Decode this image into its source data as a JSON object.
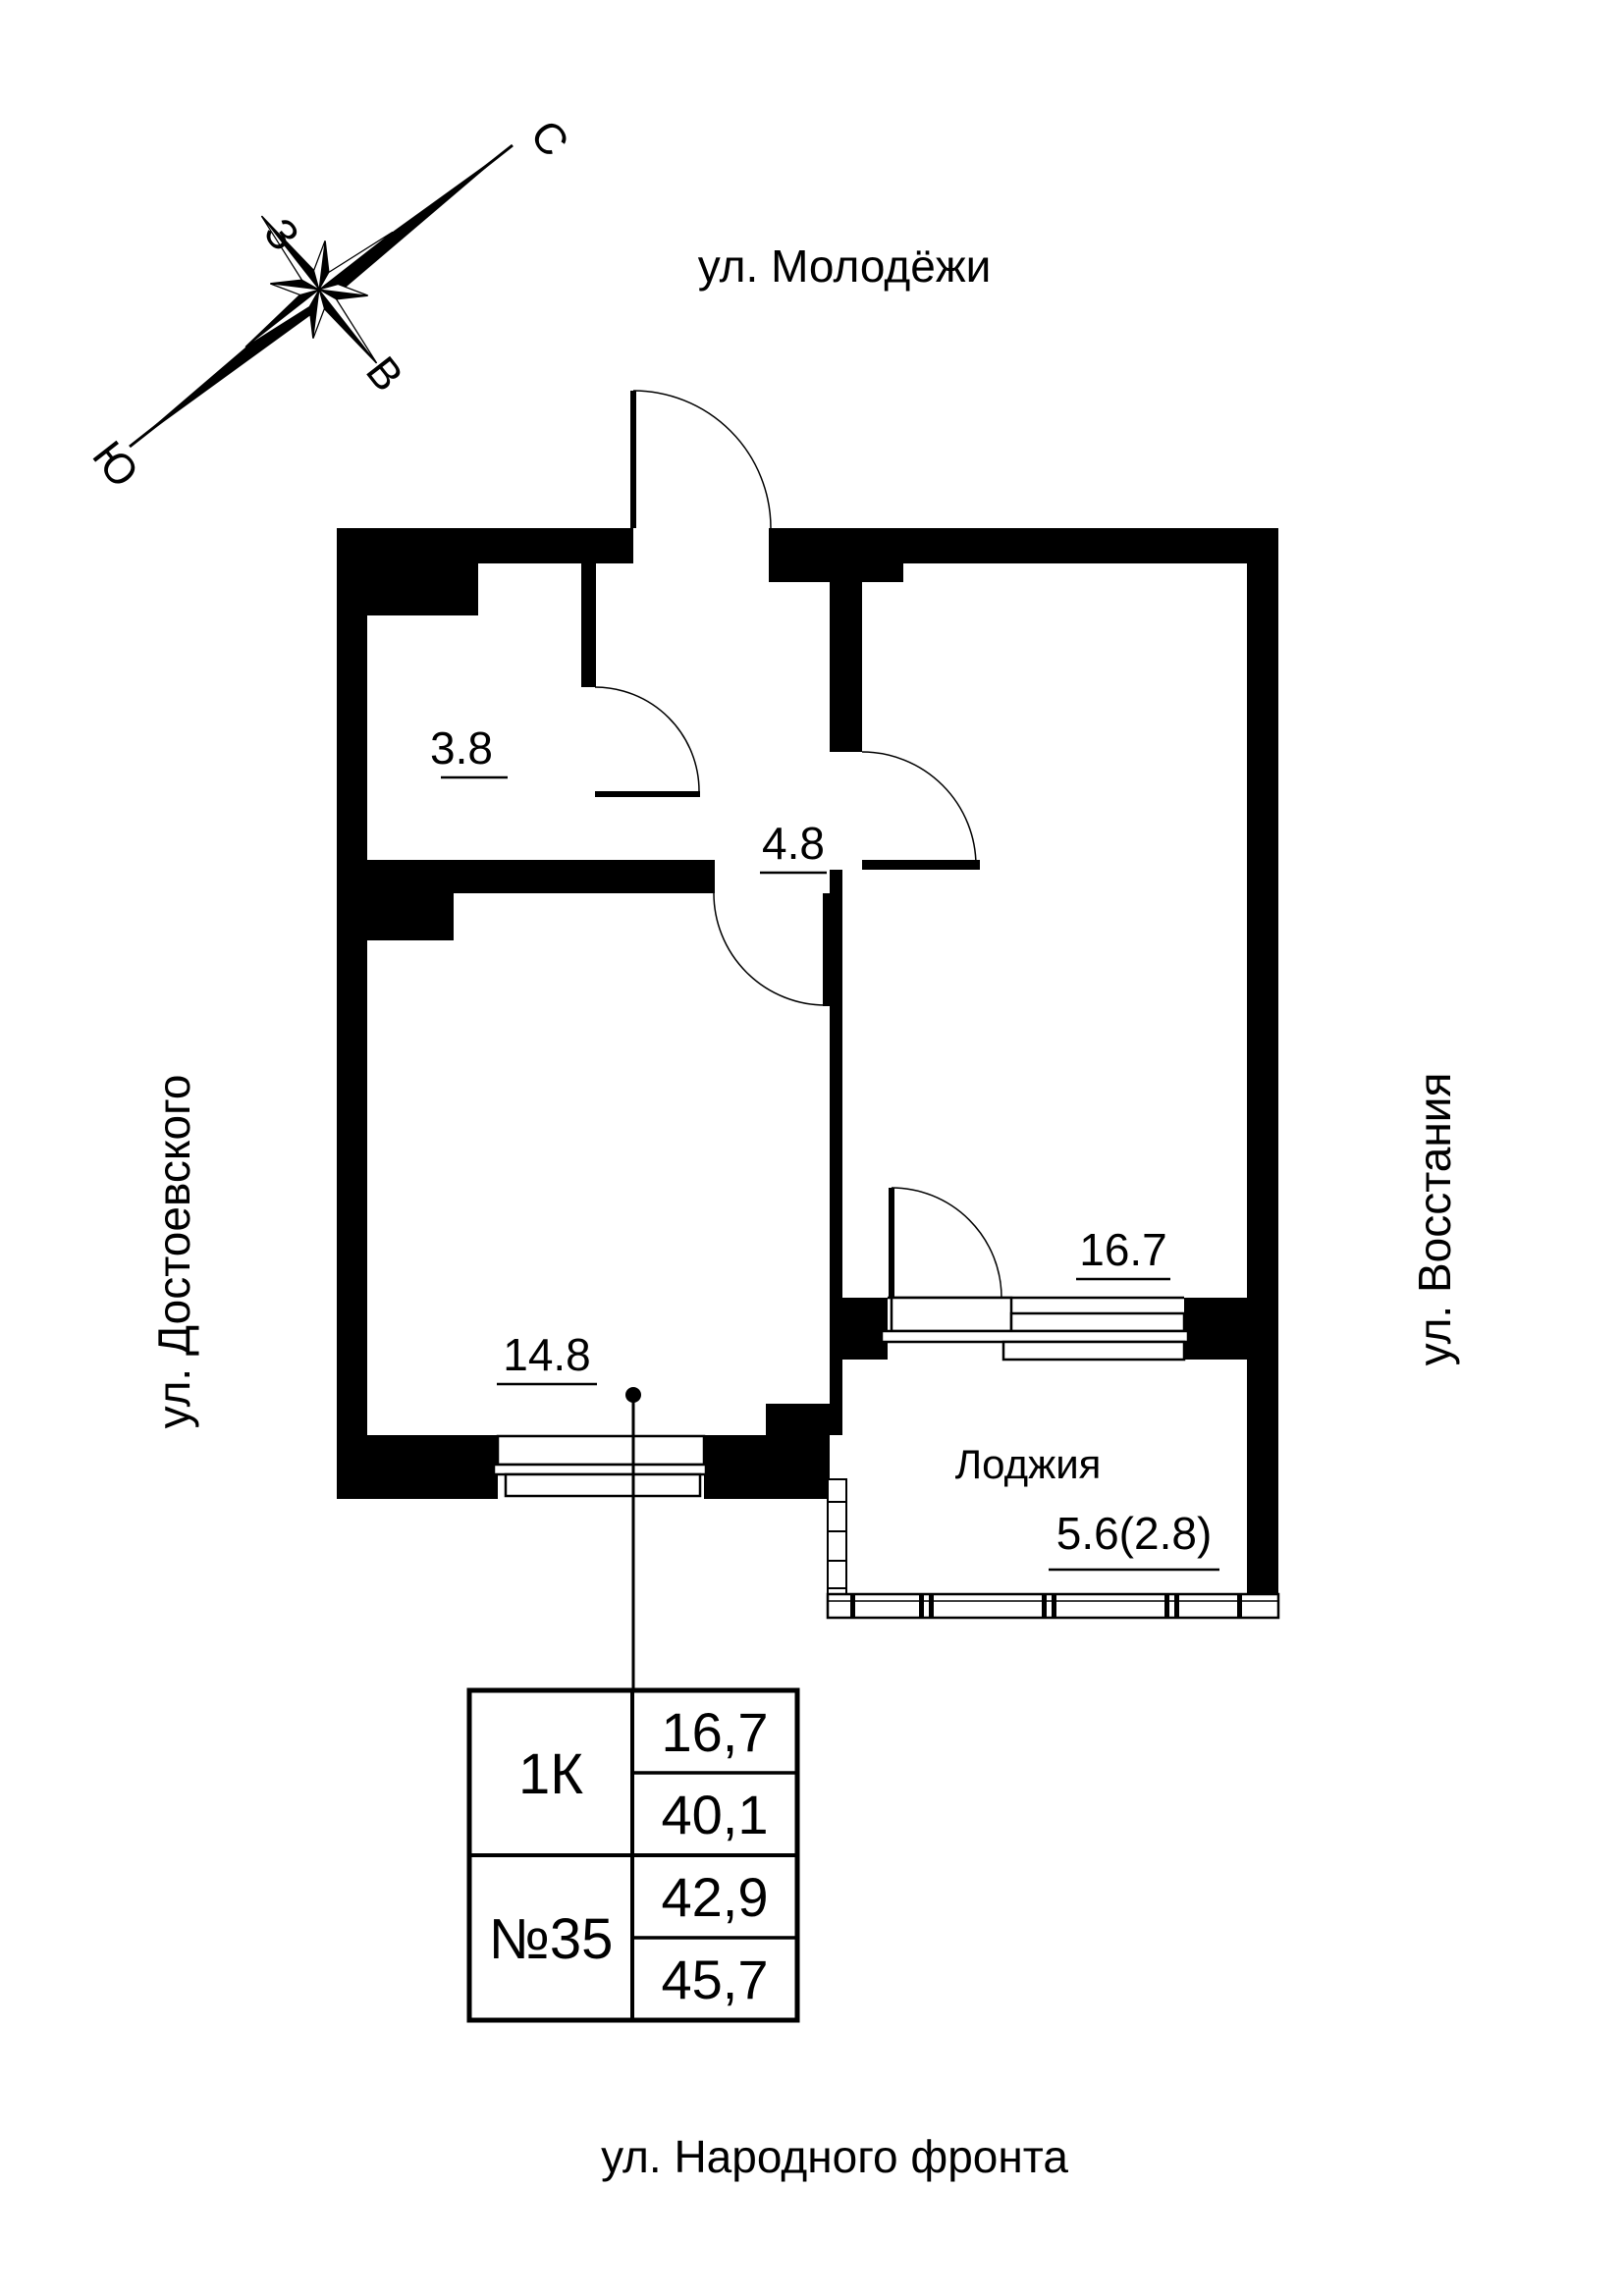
{
  "page": {
    "background": "#ffffff",
    "ink": "#000000"
  },
  "streets": {
    "top": "ул. Молодёжи",
    "bottom": "ул. Народного фронта",
    "left": "ул. Достоевского",
    "right": "ул. Восстания"
  },
  "compass": {
    "north": "С",
    "south": "Ю",
    "west": "З",
    "east": "В"
  },
  "rooms": {
    "bathroom": {
      "area": "3.8"
    },
    "hallway": {
      "area": "4.8"
    },
    "living": {
      "area": "14.8"
    },
    "bedroom": {
      "area": "16.7"
    },
    "loggia": {
      "label": "Лоджия",
      "area": "5.6(2.8)"
    }
  },
  "info_table": {
    "type": "1К",
    "number": "№35",
    "rows": [
      "16,7",
      "40,1",
      "42,9",
      "45,7"
    ]
  }
}
